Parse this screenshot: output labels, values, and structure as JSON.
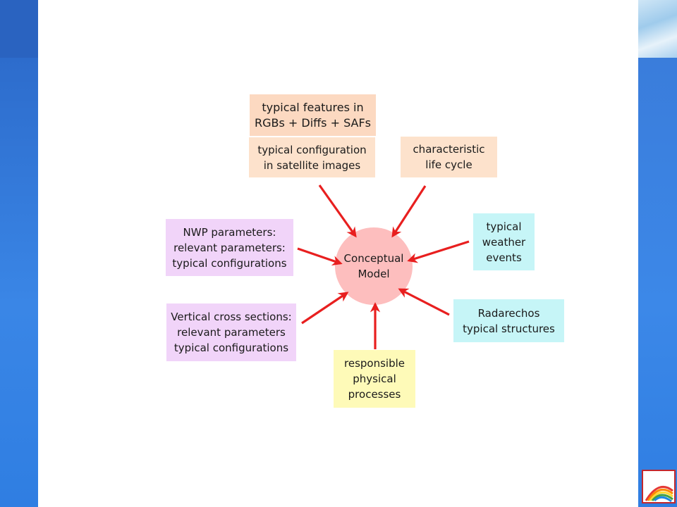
{
  "diagram": {
    "center": "Conceptual\nModel",
    "boxes": {
      "rgb_features": "typical features in\nRGBs + Diffs + SAFs",
      "sat_config": "typical configuration\nin satellite images",
      "life_cycle": "characteristic\nlife cycle",
      "weather_events": "typical\nweather\nevents",
      "radar": "Radarechos\ntypical structures",
      "physical": "responsible\nphysical\nprocesses",
      "cross_sections": "Vertical cross sections:\nrelevant parameters\ntypical configurations",
      "nwp": "NWP parameters:\nrelevant parameters:\ntypical configurations"
    },
    "colors": {
      "arrow": "#e81f1f",
      "center": "#fdbebe",
      "peach": "#fcd9c1",
      "lilac": "#f1d4f9",
      "cyan": "#c6f5f7",
      "yellow": "#fefab8"
    }
  }
}
